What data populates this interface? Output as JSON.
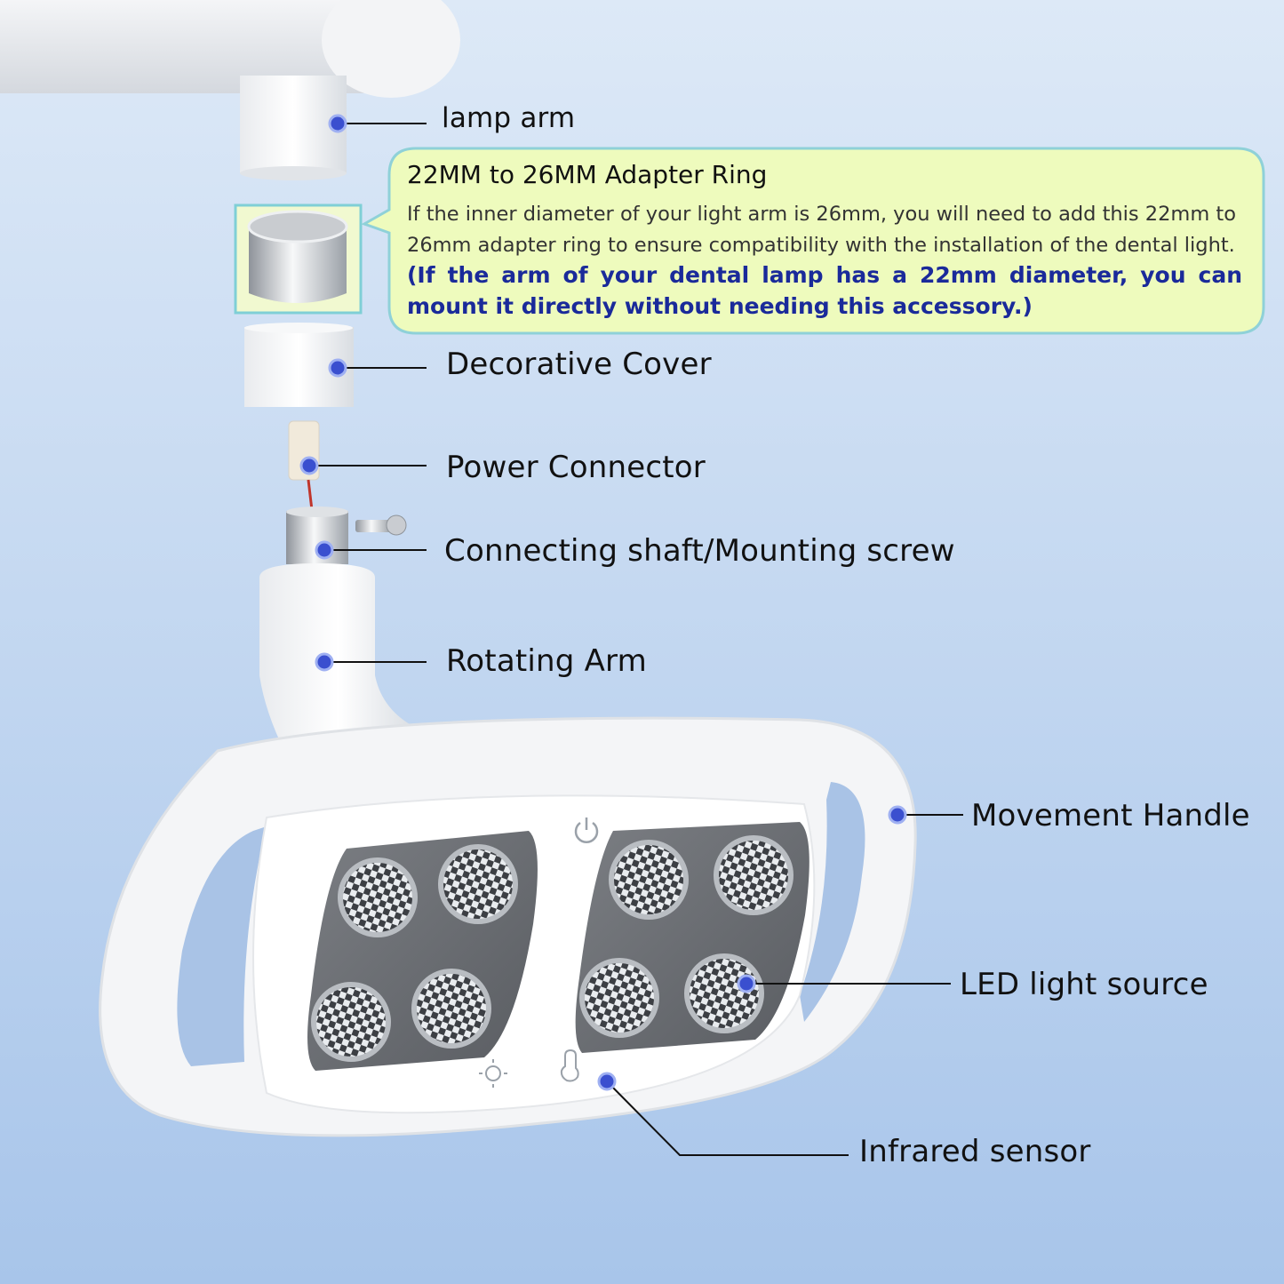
{
  "labels": {
    "lamp_arm": "lamp arm",
    "decorative_cover": "Decorative Cover",
    "power_connector": "Power Connector",
    "connecting_shaft": "Connecting shaft/Mounting screw",
    "rotating_arm": "Rotating Arm",
    "movement_handle": "Movement Handle",
    "led_light_source": "LED light source",
    "infrared_sensor": "Infrared sensor"
  },
  "callout": {
    "title": "22MM to 26MM Adapter Ring",
    "body": "If the inner diameter of your light arm is 26mm, you will need to add  this 22mm to 26mm adapter ring to ensure compatibility with the installation of the dental light.",
    "note": "(If the arm of your dental lamp has a 22mm diameter, you can mount it directly without needing this accessory.)"
  },
  "colors": {
    "background_top": "#dceaf8",
    "background_bottom": "#a9c6ea",
    "callout_fill": "#f0fbbd",
    "callout_border": "#8fd1d8",
    "marker": "#3a4fcf",
    "note_text": "#1a2a9a"
  }
}
